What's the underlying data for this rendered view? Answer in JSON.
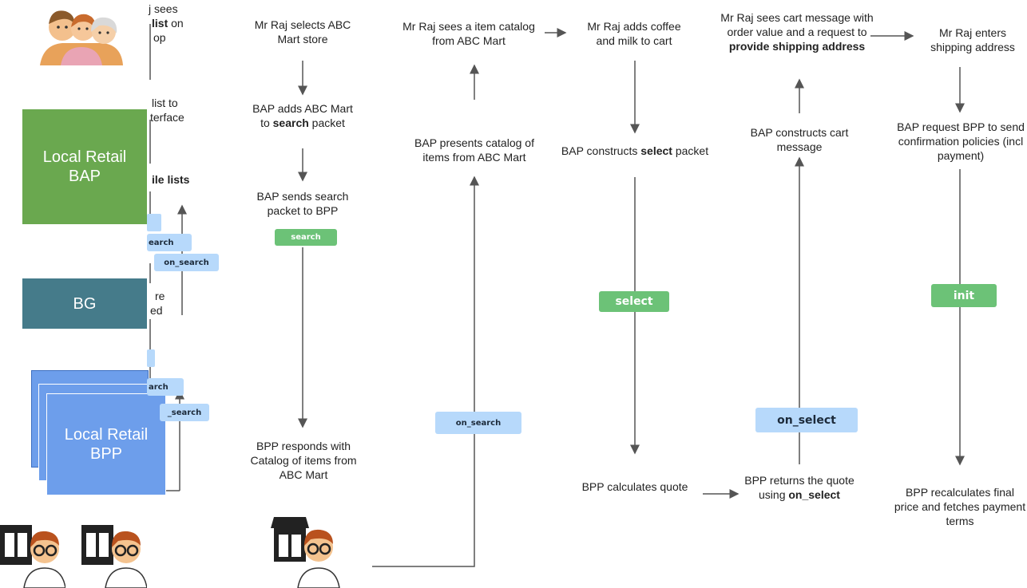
{
  "colors": {
    "bap": "#6aa84f",
    "bg": "#457b8a",
    "bpp": "#6d9eeb",
    "pill_green": "#6cc277",
    "pill_blue": "#b7d9fb",
    "arrow": "#555555"
  },
  "actors": {
    "bap_label": "Local Retail BAP",
    "bg_label": "BG",
    "bpp_label": "Local Retail BPP"
  },
  "clipped_left": {
    "t1a": "j sees",
    "t1b": "list",
    "t1c": " on",
    "t1d": "op",
    "t2a": "list to",
    "t2b": "terface",
    "t3": "ile lists",
    "t4a": "re",
    "t4b": "ed",
    "p1": "earch",
    "p2": "on_search",
    "p3": "arch",
    "p4": "_search"
  },
  "steps": {
    "s1": "Mr Raj selects ABC Mart store",
    "s2_pre": "BAP adds ABC Mart to ",
    "s2_bold": "search",
    "s2_post": " packet",
    "s3": "BAP sends search packet to BPP",
    "s4": "BPP responds with Catalog of items from ABC Mart",
    "s5": "Mr Raj sees a item catalog from ABC Mart",
    "s6": "BAP presents catalog of items from ABC Mart",
    "s7": "Mr Raj adds coffee and milk to cart",
    "s8_pre": "BAP constructs ",
    "s8_bold": "select",
    "s8_post": " packet",
    "s9": "BPP calculates quote",
    "s10_pre": "Mr Raj sees cart message with order value and a request to ",
    "s10_bold": "provide shipping address",
    "s11": "BAP constructs cart message",
    "s12_pre": "BPP returns the quote using ",
    "s12_bold": "on_select",
    "s13": "Mr Raj enters shipping address",
    "s14": "BAP request BPP to send confirmation policies (incl payment)",
    "s15": "BPP recalculates final price and fetches payment terms"
  },
  "pills": {
    "search": "search",
    "on_search": "on_search",
    "select": "select",
    "on_select": "on_select",
    "init": "init"
  }
}
